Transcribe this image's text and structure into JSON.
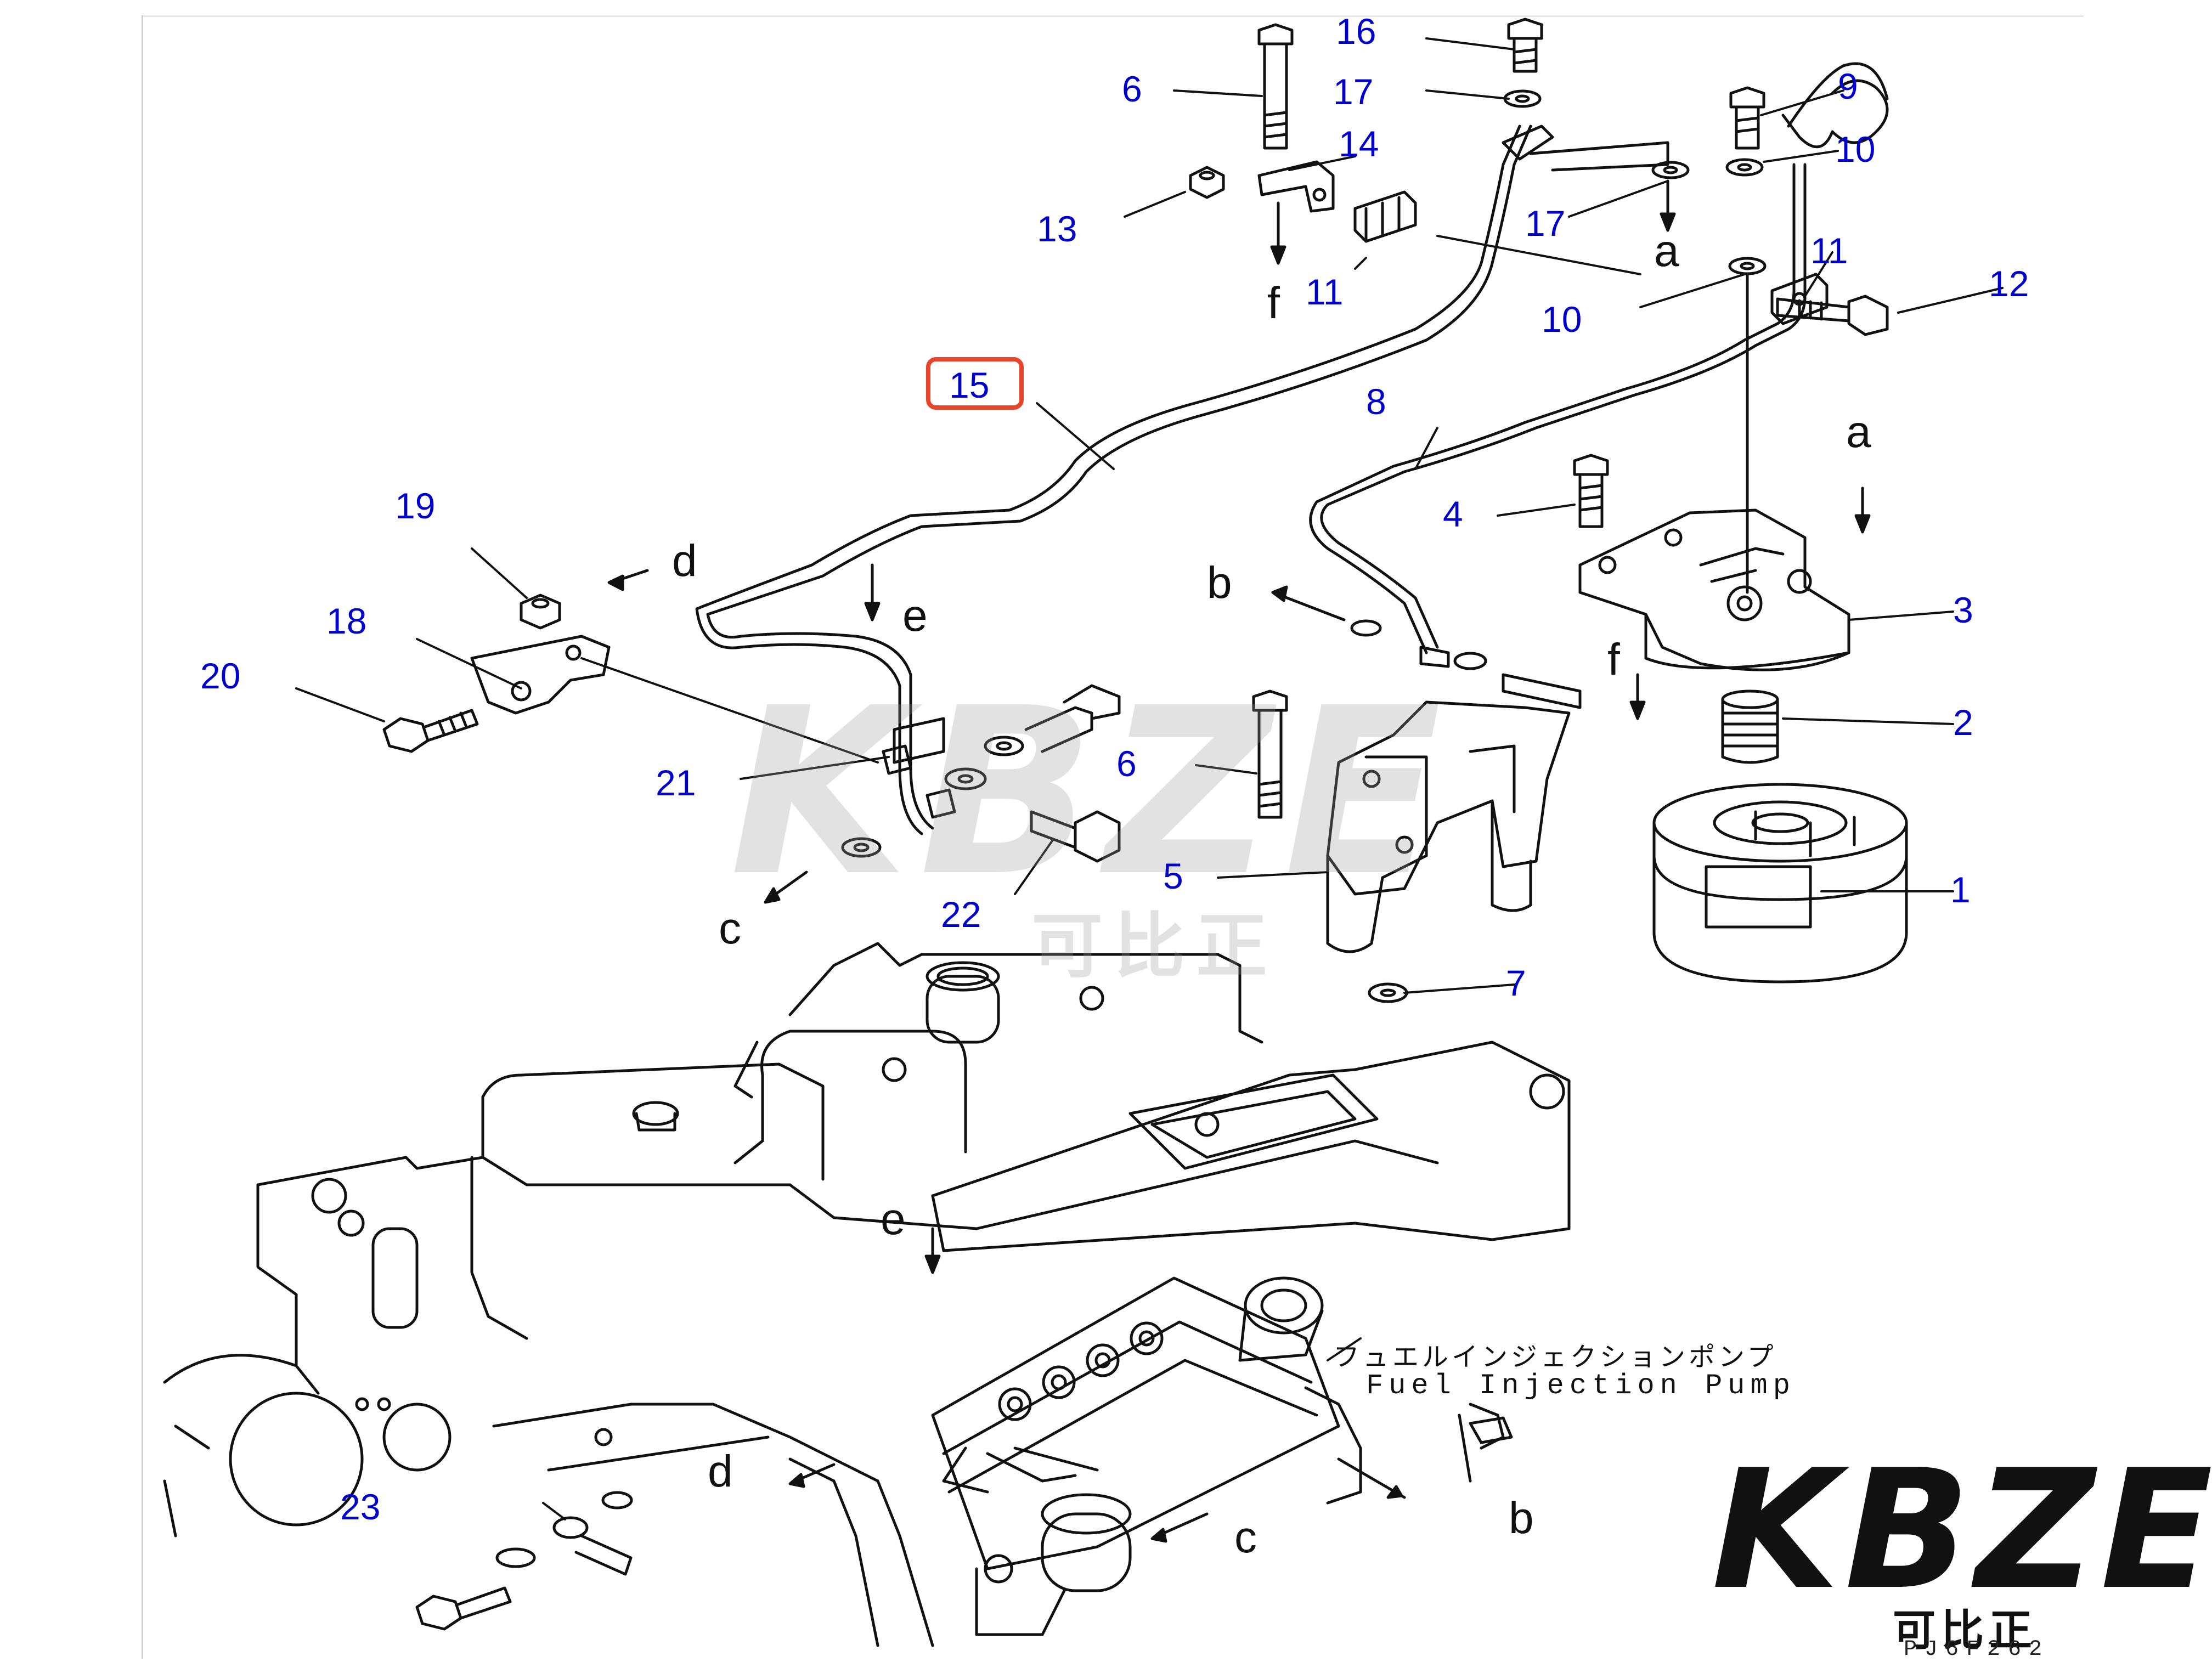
{
  "diagram": {
    "part_numbers": [
      "1",
      "2",
      "3",
      "4",
      "5",
      "6",
      "6",
      "7",
      "8",
      "9",
      "10",
      "10",
      "11",
      "11",
      "12",
      "13",
      "14",
      "15",
      "16",
      "17",
      "17",
      "18",
      "19",
      "20",
      "21",
      "22",
      "23"
    ],
    "highlighted_part": "15",
    "ref_letters": [
      "a",
      "a",
      "b",
      "b",
      "c",
      "c",
      "d",
      "d",
      "e",
      "e",
      "f",
      "f"
    ],
    "label_jp": "フュエルインジェクションポンプ",
    "label_en": "Fuel Injection Pump",
    "label_color": "#0000cc",
    "highlight_color": "#e8442a"
  },
  "watermark": {
    "logo": "KBZE",
    "cn": "可比正"
  },
  "brand": {
    "logo_main": "KBZE",
    "cn": "可比正",
    "code": "PJ6F262"
  }
}
